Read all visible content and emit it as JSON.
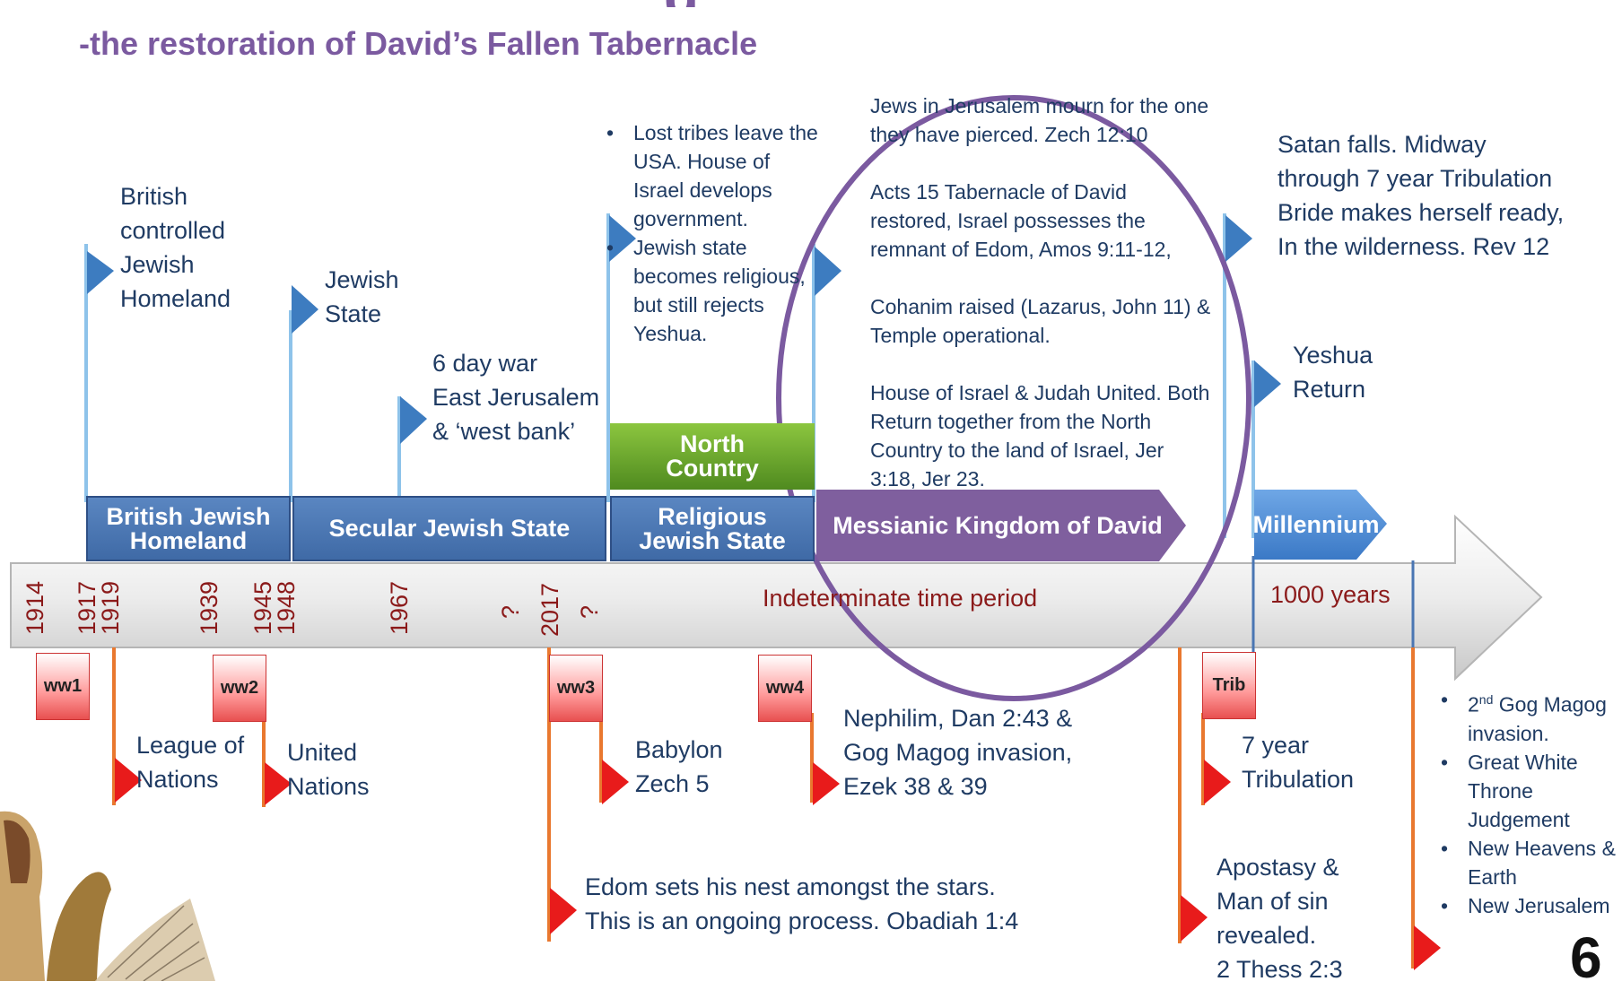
{
  "slide": {
    "title_fragment": "g",
    "subtitle": "-the restoration of David’s Fallen Tabernacle",
    "page_number": "6"
  },
  "flags_above": [
    {
      "id": "british",
      "lines": [
        "British",
        "controlled",
        "Jewish",
        "Homeland"
      ]
    },
    {
      "id": "jewish_state",
      "lines": [
        "Jewish",
        "State"
      ]
    },
    {
      "id": "six_day",
      "lines": [
        "6 day war",
        "East Jerusalem",
        "& ‘west bank’"
      ]
    },
    {
      "id": "satan",
      "lines": [
        "Satan falls. Midway",
        "through 7 year Tribulation",
        "Bride makes herself ready,",
        "In the wilderness. Rev 12"
      ]
    },
    {
      "id": "yeshua",
      "lines": [
        "Yeshua",
        "Return"
      ]
    }
  ],
  "lost_tribes": {
    "bullets": [
      "Lost tribes leave the USA. House of Israel develops government.",
      "Jewish state becomes religious, but still rejects Yeshua."
    ]
  },
  "messianic_notes": {
    "paragraphs": [
      "Jews in Jerusalem mourn for the one they have pierced. Zech 12:10",
      "Acts 15 Tabernacle of David restored, Israel possesses the remnant of Edom, Amos 9:11-12,",
      "Cohanim  raised (Lazarus, John 11) & Temple operational.",
      "House of Israel & Judah United. Both Return together from the North Country to the land of Israel, Jer 3:18, Jer 23."
    ]
  },
  "eras": {
    "british": "British Jewish Homeland",
    "secular": "Secular Jewish State",
    "religious": "Religious Jewish State",
    "north": "North Country",
    "messianic": "Messianic Kingdom of David",
    "millennium": "Millennium"
  },
  "timeline": {
    "years": [
      "1914",
      "1917",
      "1919",
      "1939",
      "1945",
      "1948",
      "1967",
      "?",
      "2017",
      "?"
    ],
    "indeterminate": "Indeterminate time period",
    "thousand_years": "1000 years"
  },
  "wars": [
    "ww1",
    "ww2",
    "ww3",
    "ww4",
    "Trib"
  ],
  "flags_below": {
    "league": [
      "League of",
      "Nations"
    ],
    "united": [
      "United",
      "Nations"
    ],
    "babylon": [
      "Babylon",
      "Zech 5"
    ],
    "nephilim": [
      "Nephilim, Dan 2:43 &",
      "Gog Magog invasion,",
      "Ezek 38 & 39"
    ],
    "tribulation": [
      "7 year",
      "Tribulation"
    ],
    "edom": [
      "Edom sets his nest amongst the stars.",
      "This is an ongoing process. Obadiah 1:4"
    ],
    "apostasy": [
      "Apostasy &",
      "Man of sin",
      "revealed.",
      "2 Thess 2:3"
    ]
  },
  "final_events": {
    "first_sup": "nd",
    "first_pre": "2",
    "first_post": " Gog Magog invasion.",
    "items": [
      "Great White Throne Judgement",
      "New Heavens & Earth",
      "New Jerusalem"
    ]
  },
  "colors": {
    "purple": "#7b5aa0",
    "era_blue": "#4a76b3",
    "north_green": "#6aa531",
    "flag_blue": "#3d7cc0",
    "flag_red": "#e81b1b",
    "pole_orange": "#e9782f",
    "year_red": "#8b1a1a"
  }
}
